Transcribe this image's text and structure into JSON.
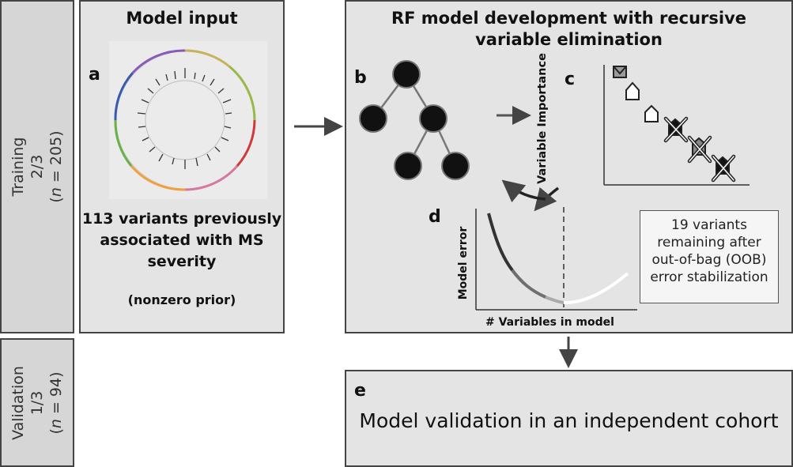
{
  "sidebar": {
    "training": {
      "line1": "Training",
      "line2": "2/3",
      "n_prefix": "(",
      "n_italic": "n",
      "n_suffix": " = 205)"
    },
    "validation": {
      "line1": "Validation",
      "line2": "1/3",
      "n_prefix": "(",
      "n_italic": "n",
      "n_suffix": " = 94)"
    }
  },
  "input_panel": {
    "title": "Model input",
    "letter": "a",
    "desc_line1": "113 variants previously",
    "desc_line2": "associated with MS",
    "desc_line3": "severity",
    "prior": "(nonzero prior)"
  },
  "rf_panel": {
    "title_line1": "RF model development with recursive",
    "title_line2": "variable elimination",
    "letter_b": "b",
    "letter_c": "c",
    "letter_d": "d",
    "importance_ylabel": "Variable Importance",
    "error_ylabel": "Model error",
    "error_xlabel": "# Variables in model",
    "note_line1": "19 variants",
    "note_line2": "remaining after",
    "note_line3": "out-of-bag (OOB)",
    "note_line4": "error stabilization"
  },
  "validation_panel": {
    "letter": "e",
    "text": "Model validation in an independent cohort"
  }
}
